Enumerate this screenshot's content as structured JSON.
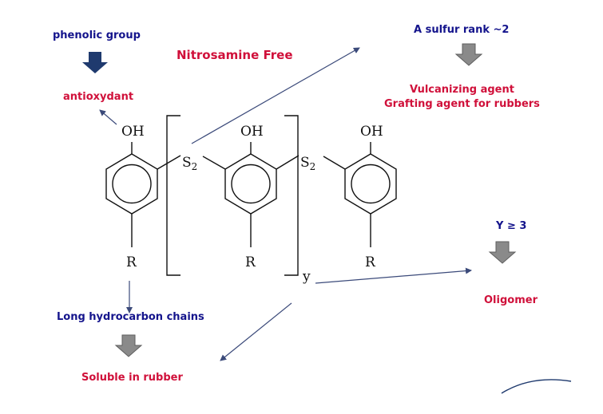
{
  "labels": {
    "phenolic_group": "phenolic group",
    "antioxydant": "antioxydant",
    "nitrosamine_free": "Nitrosamine Free",
    "sulfur_rank": "A sulfur rank ~2",
    "vulcanizing_agent": "Vulcanizing agent",
    "grafting_agent": "Grafting agent for rubbers",
    "y_condition": "Y ≥ 3",
    "oligomer": "Oligomer",
    "long_chains": "Long hydrocarbon chains",
    "soluble": "Soluble in rubber"
  },
  "structure": {
    "oh": "OH",
    "r": "R",
    "s": "S",
    "s_sub": "2",
    "repeat_index": "y"
  },
  "colors": {
    "blue_text": "#14148c",
    "red_text": "#d0103a",
    "dark_arrow": "#1f3a6e",
    "gray_arrow": "#7f7f7f",
    "line": "#3b4a7a"
  }
}
